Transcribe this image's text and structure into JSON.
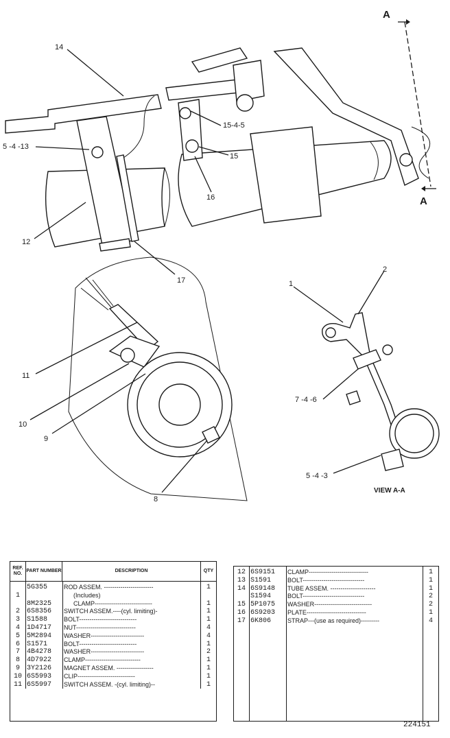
{
  "callouts": {
    "section_a_top": "A",
    "section_a_bottom": "A",
    "c14": "14",
    "c5_4_13": "5 -4 -13",
    "c15_4_5": "15-4-5",
    "c15": "15",
    "c16": "16",
    "c12": "12",
    "c17": "17",
    "c11": "11",
    "c10": "10",
    "c9": "9",
    "c8": "8",
    "c1": "1",
    "c2": "2",
    "c7_4_6": "7 -4 -6",
    "c5_4_3": "5 -4 -3",
    "view_label": "VIEW A-A"
  },
  "table_left": {
    "headers": {
      "ref": "REF. NO.",
      "part": "PART NUMBER",
      "desc": "DESCRIPTION",
      "qty": "QTY"
    },
    "rows": [
      {
        "ref": "",
        "part": "5G355",
        "desc": "ROD ASSEM. ------------------------",
        "qty": "1"
      },
      {
        "ref": "1",
        "part": "",
        "desc": "(Includes)",
        "qty": ""
      },
      {
        "ref": "",
        "part": "8M2325",
        "desc": "CLAMP----------------------------",
        "qty": "1"
      },
      {
        "ref": "2",
        "part": "6S8356",
        "desc": "SWITCH ASSEM.----(cyl. limiting)-",
        "qty": "1"
      },
      {
        "ref": "3",
        "part": "S1588",
        "desc": "BOLT----------------------------",
        "qty": "1"
      },
      {
        "ref": "4",
        "part": "1D4717",
        "desc": "NUT-----------------------------",
        "qty": "4"
      },
      {
        "ref": "5",
        "part": "5M2894",
        "desc": "WASHER--------------------------",
        "qty": "4"
      },
      {
        "ref": "6",
        "part": "S1571",
        "desc": "BOLT----------------------------",
        "qty": "1"
      },
      {
        "ref": "7",
        "part": "4B4278",
        "desc": "WASHER--------------------------",
        "qty": "2"
      },
      {
        "ref": "8",
        "part": "4D7922",
        "desc": "CLAMP---------------------------",
        "qty": "1"
      },
      {
        "ref": "9",
        "part": "3Y2126",
        "desc": "MAGNET ASSEM. ------------------",
        "qty": "1"
      },
      {
        "ref": "10",
        "part": "6S5993",
        "desc": "CLIP----------------------------",
        "qty": "1"
      },
      {
        "ref": "11",
        "part": "6S5997",
        "desc": "SWITCH ASSEM. -(cyl. limiting)--",
        "qty": "1"
      }
    ]
  },
  "table_right": {
    "rows": [
      {
        "ref": "12",
        "part": "6S9151",
        "desc": "CLAMP-----------------------------",
        "qty": "1"
      },
      {
        "ref": "13",
        "part": "S1591",
        "desc": "BOLT------------------------------",
        "qty": "1"
      },
      {
        "ref": "14",
        "part": "6S9148",
        "desc": "TUBE ASSEM. ----------------------",
        "qty": "1"
      },
      {
        "ref": "",
        "part": "S1594",
        "desc": "BOLT------------------------------",
        "qty": "2"
      },
      {
        "ref": "15",
        "part": "5P1075",
        "desc": "WASHER----------------------------",
        "qty": "2"
      },
      {
        "ref": "16",
        "part": "6S9203",
        "desc": "PLATE-----------------------------",
        "qty": "1"
      },
      {
        "ref": "17",
        "part": "6K806",
        "desc": "STRAP---(use as required)---------",
        "qty": "4"
      }
    ]
  },
  "figure_number": "224151"
}
